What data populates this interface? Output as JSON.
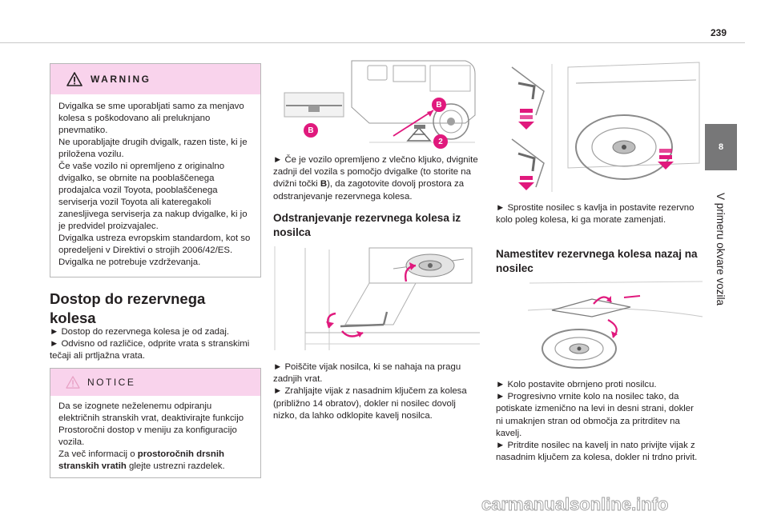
{
  "page": {
    "number": "239",
    "chapter_number": "8",
    "chapter_title": "V primeru okvare vozila"
  },
  "warning": {
    "label": "WARNING",
    "lines": [
      "Dvigalka se sme uporabljati samo za menjavo kolesa s poškodovano ali preluknjano pnevmatiko.",
      "Ne uporabljajte drugih dvigalk, razen tiste, ki je priložena vozilu.",
      "Če vaše vozilo ni opremljeno z originalno dvigalko, se obrnite na pooblaščenega prodajalca vozil Toyota, pooblaščenega serviserja vozil Toyota ali kateregakoli zanesljivega serviserja za nakup dvigalke, ki jo je predvidel proizvajalec.",
      "Dvigalka ustreza evropskim standardom, kot so opredeljeni v Direktivi o strojih 2006/42/ES.",
      "Dvigalka ne potrebuje vzdrževanja."
    ]
  },
  "access": {
    "heading": "Dostop do rezervnega kolesa",
    "steps": [
      "► Dostop do rezervnega kolesa je od zadaj.",
      "► Odvisno od različice, odprite vrata s stranskimi tečaji ali prtljažna vrata."
    ]
  },
  "notice": {
    "label": "NOTICE",
    "lines": [
      "Da se izognete neželenemu odpiranju električnih stranskih vrat, deaktivirajte funkcijo Prostoročni dostop v meniju za konfiguracijo vozila."
    ],
    "ref_prefix": "Za več informacij o ",
    "ref_bold": "prostoročnih drsnih stranskih vratih",
    "ref_suffix": " glejte ustrezni razdelek."
  },
  "column2": {
    "intro_prefix": "► Če je vozilo opremljeno z vlečno kljuko, dvignite zadnji del vozila s pomočjo dvigalke (to storite na dvižni točki ",
    "intro_bold": "B",
    "intro_suffix": "), da zagotovite dovolj prostora za odstranjevanje rezervnega kolesa.",
    "marker_b": "B",
    "marker_2": "2",
    "heading": "Odstranjevanje rezervnega kolesa iz nosilca",
    "steps": [
      "► Poiščite vijak nosilca, ki se nahaja na pragu zadnjih vrat.",
      "► Zrahljajte vijak z nasadnim ključem za kolesa (približno 14 obratov), dokler ni nosilec dovolj nizko, da lahko odklopite kavelj nosilca."
    ]
  },
  "column3": {
    "step_unhook": "► Sprostite nosilec s kavlja in postavite rezervno kolo poleg kolesa, ki ga morate zamenjati.",
    "heading": "Namestitev rezervnega kolesa nazaj na nosilec",
    "steps": [
      "► Kolo postavite obrnjeno proti nosilcu.",
      "► Progresivno vrnite kolo na nosilec tako, da potiskate izmenično na levi in desni strani, dokler ni umaknjen stran od območja za pritrditev na kavelj.",
      "► Pritrdite nosilec na kavelj in nato privijte vijak z nasadnim ključem za kolesa, dokler ni trdno privit."
    ]
  },
  "footer": {
    "watermark": "carmanualsonline.info"
  },
  "colors": {
    "box_header": "#f9d3ec",
    "accent_pink": "#e0197d",
    "tab_gray": "#777778"
  }
}
